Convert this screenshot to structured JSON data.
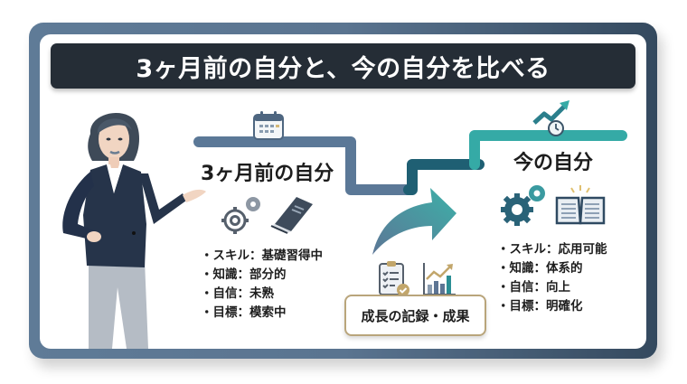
{
  "title": "3ヶ月前の自分と、今の自分を比べる",
  "before": {
    "heading": "3ヶ月前の自分",
    "icons": [
      "calendar-icon",
      "gears-icon",
      "closed-book-icon"
    ],
    "items": [
      {
        "label": "スキル",
        "value": "基礎習得中",
        "text": "スキル：基礎習得中"
      },
      {
        "label": "知識",
        "value": "部分的",
        "text": "知識：部分的"
      },
      {
        "label": "自信",
        "value": "未熟",
        "text": "自信：未熟"
      },
      {
        "label": "目標",
        "value": "模索中",
        "text": "目標：模索中"
      }
    ]
  },
  "middle": {
    "label": "成長の記録・成果",
    "icons": [
      "curved-arrow-icon",
      "checklist-clipboard-icon",
      "bar-chart-growth-icon"
    ]
  },
  "after": {
    "heading": "今の自分",
    "icons": [
      "trend-up-arrow-clock-icon",
      "gears-icon",
      "open-book-icon"
    ],
    "items": [
      {
        "label": "スキル",
        "value": "応用可能",
        "text": "スキル：応用可能"
      },
      {
        "label": "知識",
        "value": "体系的",
        "text": "知識：体系的"
      },
      {
        "label": "自信",
        "value": "向上",
        "text": "自信：向上"
      },
      {
        "label": "目標",
        "value": "明確化",
        "text": "目標：明確化"
      }
    ]
  },
  "colors": {
    "frame": "#5a7490",
    "title_bg": "#252d36",
    "path_before": "#5b7897",
    "path_mid": "#1f5f73",
    "path_after": "#35aaa6",
    "record_border": "#b9a57b"
  }
}
